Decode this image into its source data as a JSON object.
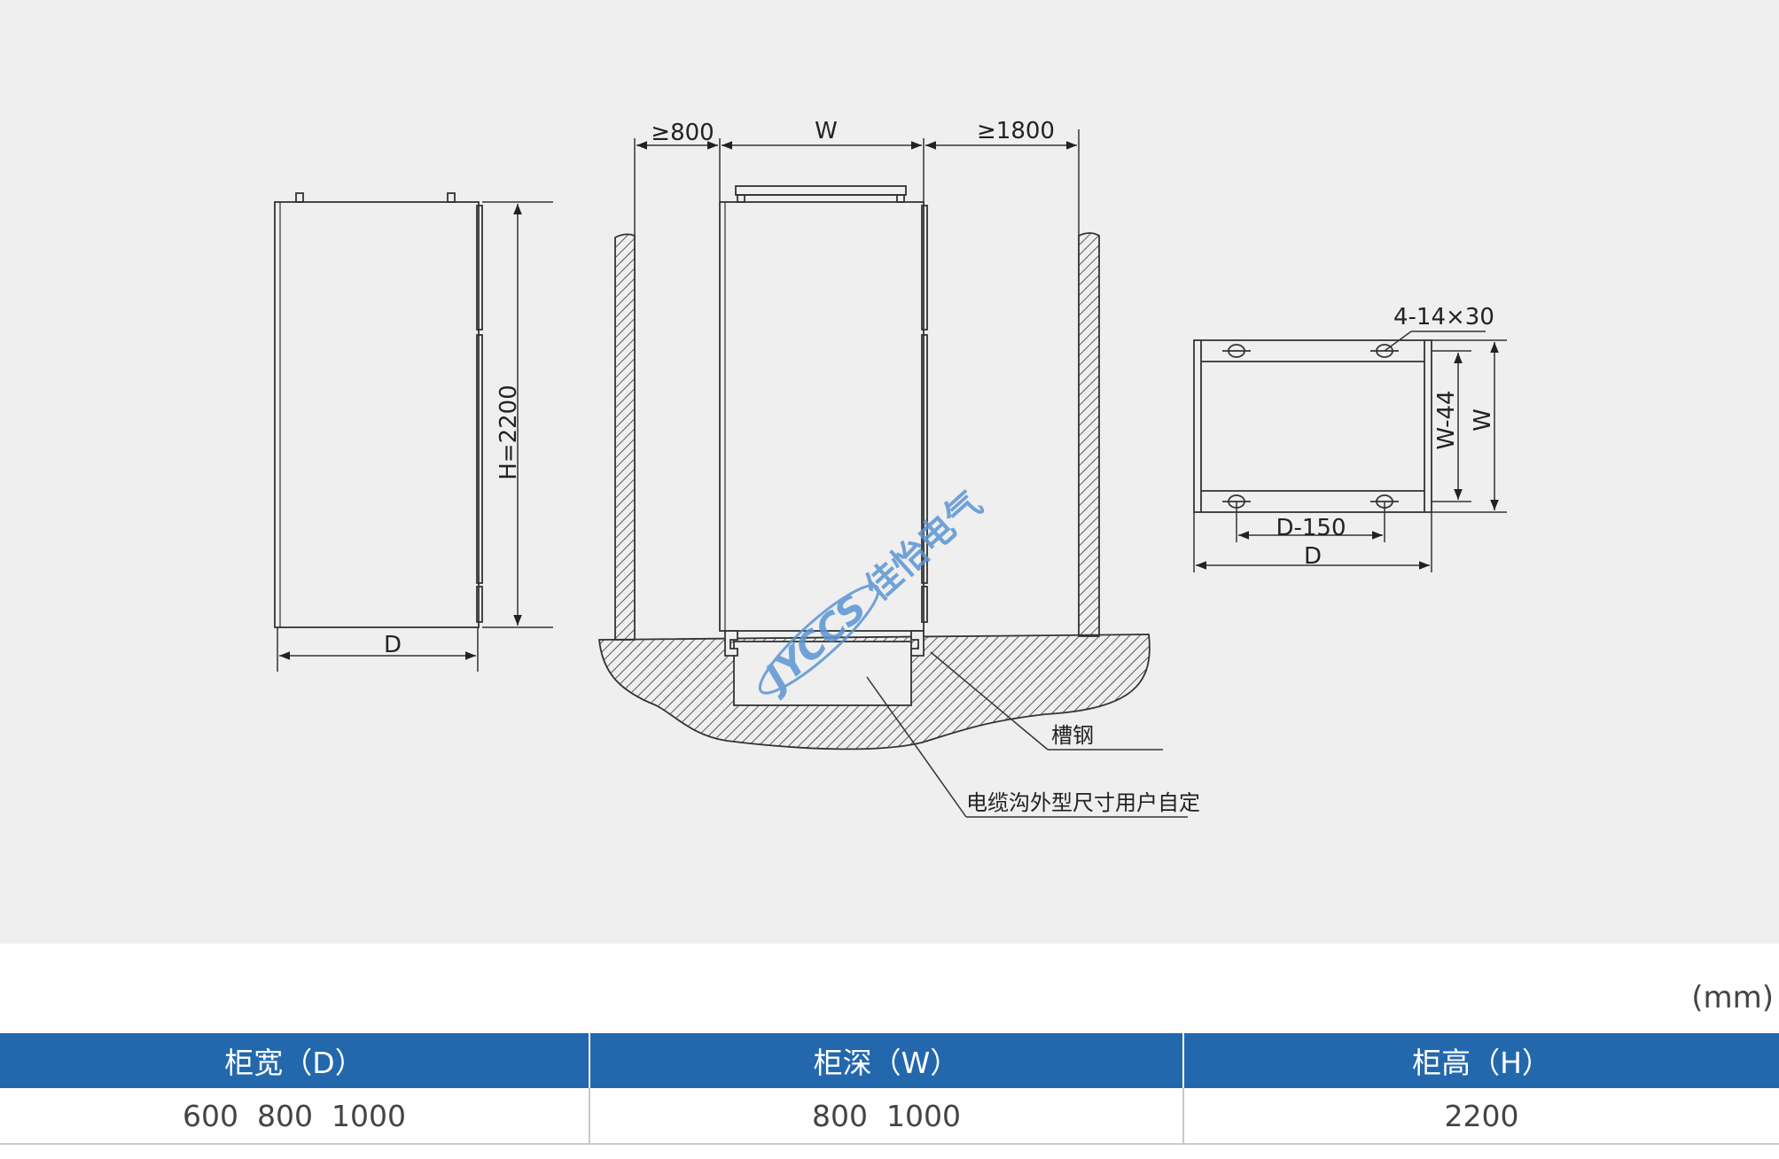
{
  "diagram": {
    "side_view": {
      "height_label": "H=2200",
      "width_label": "D"
    },
    "front_view": {
      "left_clearance": "≥800",
      "width_label": "W",
      "right_clearance": "≥1800",
      "channel_steel_label": "槽钢",
      "cable_trench_label": "电缆沟外型尺寸用户自定"
    },
    "base_view": {
      "hole_spec": "4-14×30",
      "inner_depth": "W-44",
      "outer_depth": "W",
      "inner_width": "D-150",
      "outer_width": "D"
    },
    "watermark": {
      "logo_text": "JYCCS",
      "company_text": "佳怡电气",
      "color": "#5b95d3"
    }
  },
  "unit": "(mm)",
  "table": {
    "headers": [
      "柜宽（D）",
      "柜深（W）",
      "柜高（H）"
    ],
    "rows": [
      [
        "600  800  1000",
        "800  1000",
        "2200"
      ]
    ]
  },
  "colors": {
    "header_bg": "#2368ad",
    "drawing_bg": "#efefef"
  }
}
